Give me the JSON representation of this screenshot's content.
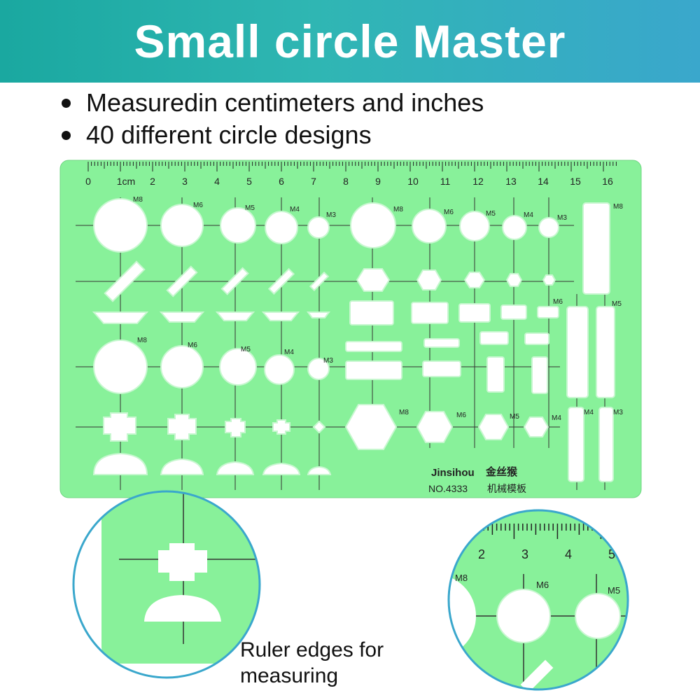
{
  "banner": {
    "title": "Small circle Master",
    "color_from": "#1aa8a0",
    "color_to": "#3aa7cc"
  },
  "features": [
    "Measuredin centimeters and inches",
    "40 different circle designs"
  ],
  "stencil": {
    "color": "#88f19a",
    "cutout_color": "#ffffff",
    "ruler_numbers": [
      "0",
      "1cm",
      "2",
      "3",
      "4",
      "5",
      "6",
      "7",
      "8",
      "9",
      "10",
      "11",
      "12",
      "13",
      "14",
      "15",
      "16"
    ],
    "size_labels": {
      "m8": "M8",
      "m6": "M6",
      "m5": "M5",
      "m4": "M4",
      "m3": "M3"
    },
    "brand": "Jinsihou",
    "brand_cn": "金丝猴",
    "model": "NO.4333",
    "model_cn": "机械模板"
  },
  "zoom_right": {
    "ruler_numbers": [
      "2",
      "3",
      "4",
      "5"
    ],
    "labels": {
      "m8": "M8",
      "m6": "M6",
      "m5": "M5"
    }
  },
  "caption": {
    "line1": "Ruler edges for",
    "line2": "measuring"
  }
}
